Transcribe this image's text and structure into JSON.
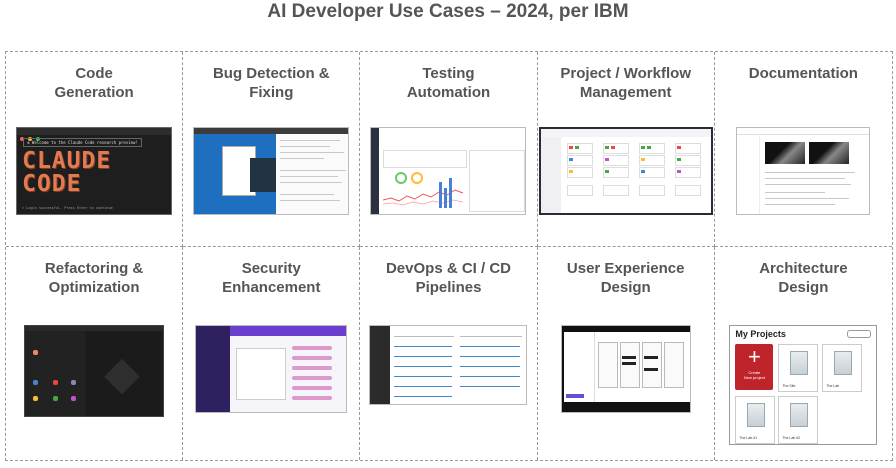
{
  "title": "AI Developer Use Cases – 2024, per IBM",
  "cells": [
    {
      "label": "Code\nGeneration"
    },
    {
      "label": "Bug Detection &\nFixing"
    },
    {
      "label": "Testing\nAutomation"
    },
    {
      "label": "Project / Workflow\nManagement"
    },
    {
      "label": "Documentation"
    },
    {
      "label": "Refactoring &\nOptimization"
    },
    {
      "label": "Security\nEnhancement"
    },
    {
      "label": "DevOps & CI / CD\nPipelines"
    },
    {
      "label": "User Experience\nDesign"
    },
    {
      "label": "Architecture\nDesign"
    }
  ],
  "screenshots": {
    "terminal": {
      "welcome": "✻ Welcome to the Claude Code research preview!",
      "logo": "CLAUDE\nCODE",
      "footer": "> Login successful. Press Enter to continue",
      "colors": {
        "bg": "#1e1e1e",
        "accent": "#e27a52"
      }
    },
    "architecture": {
      "heading": "My Projects",
      "create_label": "Create\nNew project",
      "cards": [
        "The Site",
        "The Lab",
        "The Lab #1",
        "The Lab #2"
      ]
    }
  }
}
